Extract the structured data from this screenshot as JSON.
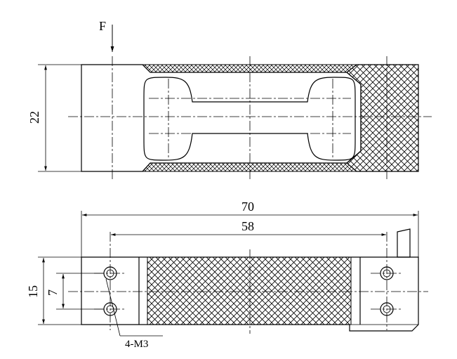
{
  "force_label": "F",
  "top_view": {
    "height_dim": "22"
  },
  "side_view": {
    "length_dim": "70",
    "hole_spacing_dim": "58",
    "height_dim": "15",
    "hole_pitch_dim": "7",
    "thread_note": "4-M3"
  }
}
